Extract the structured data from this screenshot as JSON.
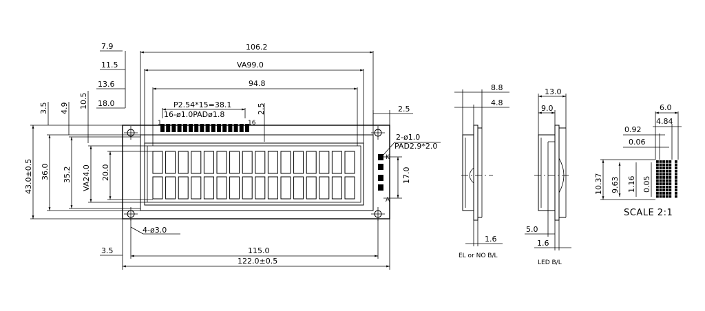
{
  "front_view": {
    "dims_top": {
      "overall_width": "106.2",
      "viewing_area": "VA99.0",
      "active_area": "94.8",
      "pin_pitch": "P2.54*15=38.1",
      "pin_pad": "16-ø1.0PADø1.8",
      "pin_first": "1",
      "pin_last": "16",
      "pin_offset": "2.5"
    },
    "dims_left_stack": {
      "d1": "7.9",
      "d2": "11.5",
      "d3": "13.6",
      "d4": "18.0",
      "v1": "3.5",
      "v2": "4.9",
      "v3": "10.5"
    },
    "dims_vertical": {
      "overall_height": "43.0±0.5",
      "h36": "36.0",
      "h35": "35.2",
      "va_height": "VA24.0",
      "h20": "20.0",
      "led_height": "17.0"
    },
    "dims_bottom": {
      "hole_spec": "4-ø3.0",
      "left_offset": "3.5",
      "hole_pitch": "115.0",
      "overall_length": "122.0±0.5"
    },
    "right_side": {
      "right_offset": "2.5",
      "led_holes": "2-ø1.0",
      "led_pad": "PAD2.9*2.0",
      "cathode": "K",
      "anode": "A"
    },
    "char_rows": 2,
    "char_cols": 16
  },
  "side_el": {
    "dim_total": "8.8",
    "dim_body": "4.8",
    "dim_pcb": "1.6",
    "caption": "EL or NO B/L"
  },
  "side_led": {
    "dim_total": "13.0",
    "dim_body": "9.0",
    "dim_bottom": "5.0",
    "dim_pcb": "1.6",
    "caption": "LED B/L"
  },
  "dot_detail": {
    "dim_width": "6.0",
    "dim_dot_w": "4.84",
    "dim_pitch": "0.92",
    "dim_gap": "0.06",
    "dim_height": "10.37",
    "dim_char_h": "9.63",
    "dim_dot_h": "1.16",
    "dim_gap_v": "0.05",
    "scale": "SCALE  2:1"
  }
}
